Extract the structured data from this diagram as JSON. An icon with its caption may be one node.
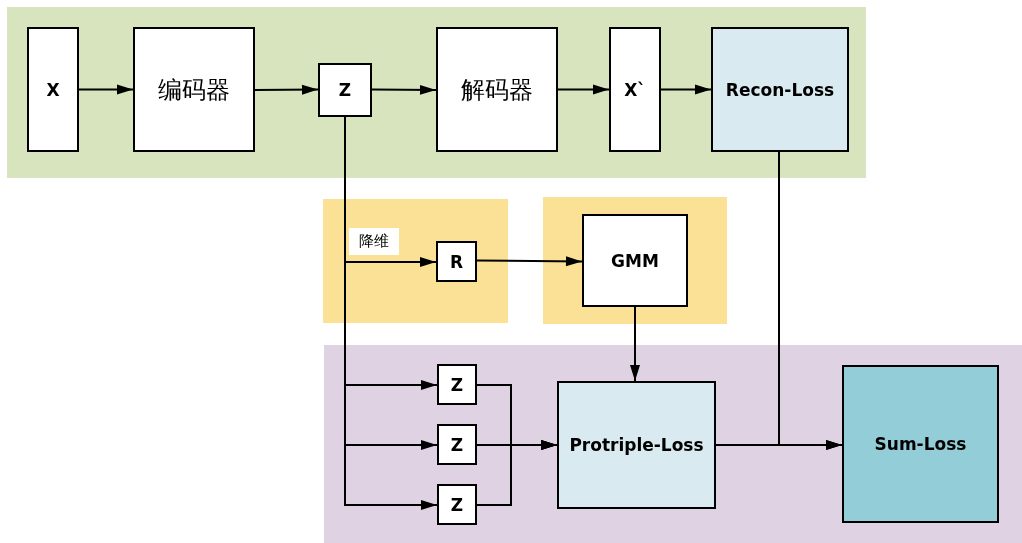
{
  "diagram": {
    "nodes": [
      {
        "text": [],
        "shape": "band"
      },
      {
        "text": [
          "X"
        ],
        "in": 0
      },
      {
        "text": [
          "编码器"
        ],
        "in": 0
      },
      {
        "text": [
          "Z"
        ],
        "in": 0
      },
      {
        "text": [
          "解码器"
        ],
        "in": 0
      },
      {
        "text": [
          "X`"
        ],
        "in": 0
      },
      {
        "text": [
          "Recon-Loss"
        ],
        "in": 0
      },
      {
        "text": [],
        "shape": "band"
      },
      {
        "text": [
          "R"
        ],
        "in": 7
      },
      {
        "text": [],
        "shape": "band"
      },
      {
        "text": [
          "GMM"
        ],
        "in": 9
      },
      {
        "text": [],
        "shape": "band"
      },
      {
        "text": [
          "Z"
        ],
        "in": 11
      },
      {
        "text": [
          "Z"
        ],
        "in": 11
      },
      {
        "text": [
          "Z"
        ],
        "in": 11
      },
      {
        "text": [
          "Protriple-Loss"
        ],
        "in": 11
      },
      {
        "text": [
          "Sum-Loss"
        ],
        "in": 11
      }
    ],
    "edges": [
      {
        "from": 1,
        "to": 2,
        "arrow": "to"
      },
      {
        "from": 2,
        "to": 3,
        "arrow": "to"
      },
      {
        "from": 3,
        "to": 4,
        "arrow": "to"
      },
      {
        "from": 4,
        "to": 5,
        "arrow": "to"
      },
      {
        "from": 5,
        "to": 6,
        "arrow": "to"
      },
      {
        "from": 3,
        "to": 8,
        "arrow": "to",
        "label": "降维"
      },
      {
        "from": 8,
        "to": 10,
        "arrow": "to"
      },
      {
        "from": 3,
        "to": 12,
        "arrow": "to"
      },
      {
        "from": 3,
        "to": 13,
        "arrow": "to"
      },
      {
        "from": 3,
        "to": 14,
        "arrow": "to"
      },
      {
        "from": 12,
        "to": 15,
        "arrow": "to"
      },
      {
        "from": 13,
        "to": 15,
        "arrow": "to"
      },
      {
        "from": 14,
        "to": 15,
        "arrow": "to"
      },
      {
        "from": 10,
        "to": 15,
        "arrow": "to"
      },
      {
        "from": 15,
        "to": 16,
        "arrow": "to"
      },
      {
        "from": 6,
        "to": 16,
        "arrow": "to"
      }
    ]
  }
}
